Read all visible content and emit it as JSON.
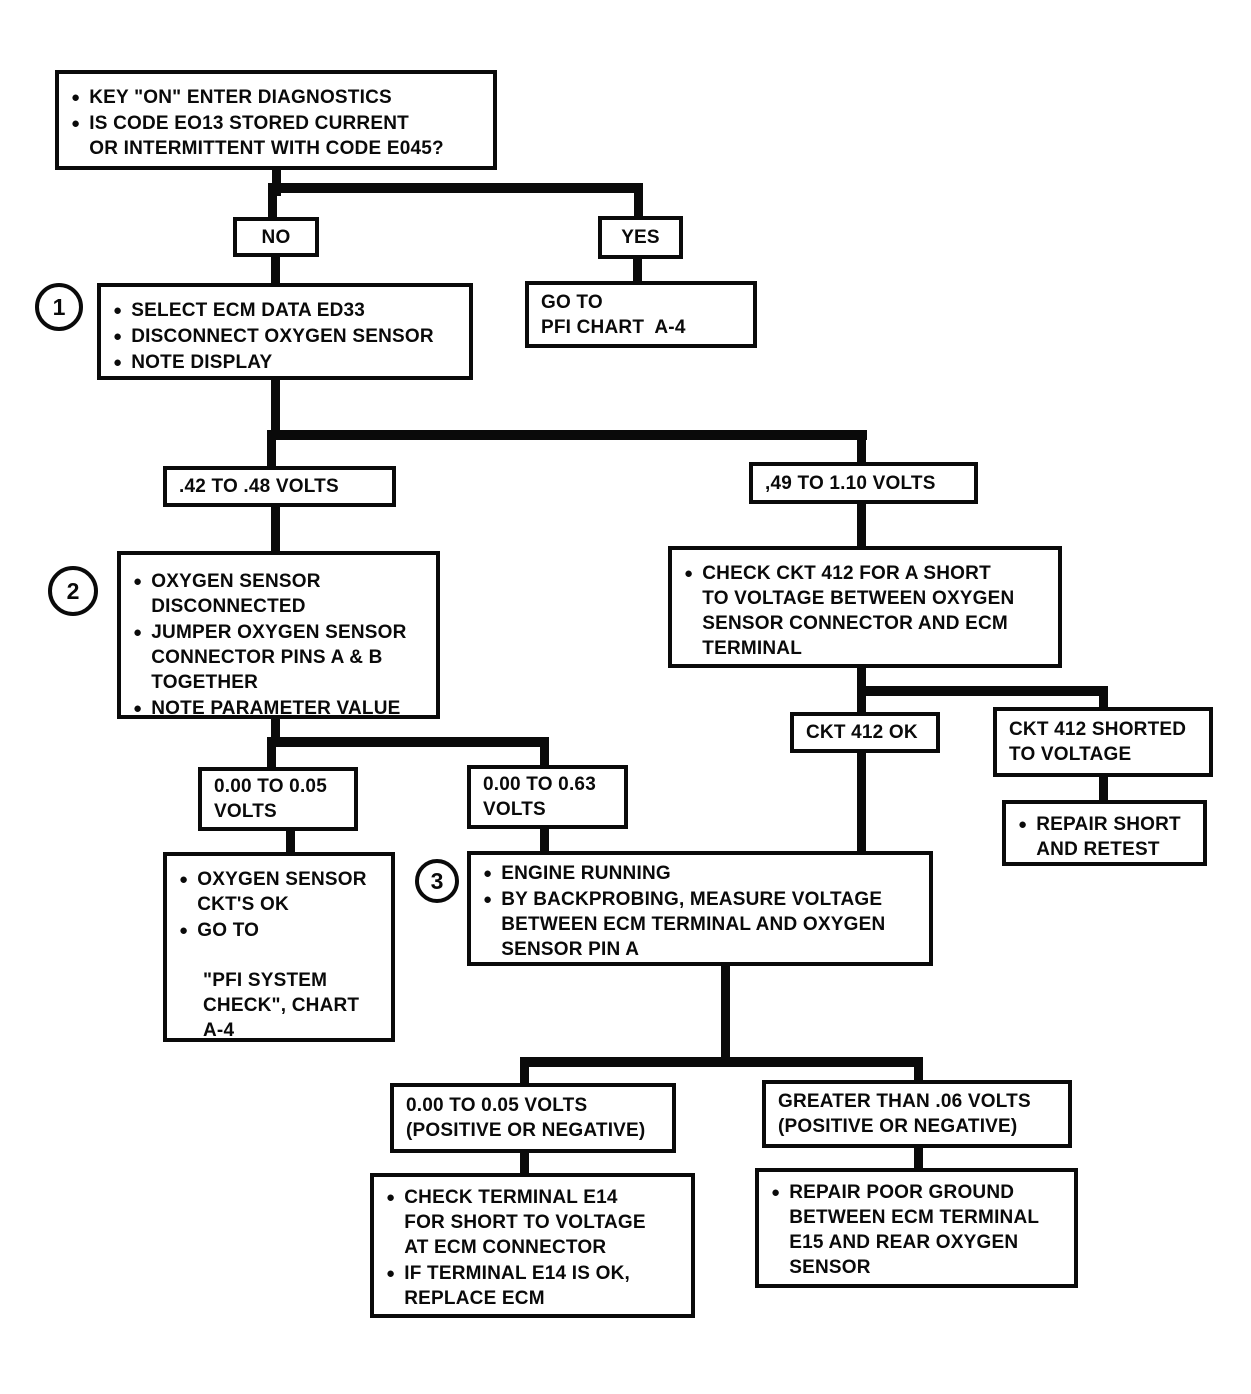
{
  "glyphs": {
    "bullet": "●"
  },
  "nodes": {
    "start": {
      "items": [
        "KEY \"ON\" ENTER DIAGNOSTICS",
        "IS CODE EO13 STORED CURRENT\nOR INTERMITTENT WITH CODE E045?"
      ]
    },
    "no": {
      "label": "NO"
    },
    "yes": {
      "label": "YES"
    },
    "step1": {
      "badge": "1",
      "items": [
        "SELECT ECM DATA ED33",
        "DISCONNECT OXYGEN SENSOR",
        "NOTE DISPLAY"
      ]
    },
    "goto_pfi": {
      "text": "GO TO\nPFI CHART  A-4"
    },
    "volts_42_48": {
      "label": ".42 TO .48 VOLTS"
    },
    "volts_49_110": {
      "label": ",49 TO 1.10 VOLTS"
    },
    "step2": {
      "badge": "2",
      "items": [
        "OXYGEN SENSOR\nDISCONNECTED",
        "JUMPER OXYGEN SENSOR\nCONNECTOR PINS A & B\nTOGETHER",
        "NOTE PARAMETER VALUE"
      ]
    },
    "check_ckt412": {
      "items": [
        "CHECK CKT 412 FOR A SHORT\nTO VOLTAGE BETWEEN OXYGEN\nSENSOR CONNECTOR AND ECM\nTERMINAL"
      ]
    },
    "volts_000_005": {
      "label": "0.00 TO 0.05\nVOLTS"
    },
    "volts_000_063": {
      "label": "0.00 TO 0.63\nVOLTS"
    },
    "ckt412_ok": {
      "label": "CKT 412 OK"
    },
    "ckt412_shorted": {
      "label": "CKT 412 SHORTED\nTO VOLTAGE"
    },
    "repair_short": {
      "items": [
        "REPAIR SHORT\nAND RETEST"
      ]
    },
    "oxygen_ok": {
      "items": [
        "OXYGEN SENSOR\nCKT'S OK",
        "GO TO"
      ],
      "note": "\"PFI SYSTEM\nCHECK\", CHART\nA-4"
    },
    "step3": {
      "badge": "3",
      "items": [
        "ENGINE RUNNING",
        "BY BACKPROBING, MEASURE VOLTAGE\nBETWEEN ECM TERMINAL AND OXYGEN\nSENSOR PIN A"
      ]
    },
    "volts_005_sign": {
      "label": "0.00 TO 0.05 VOLTS\n(POSITIVE OR NEGATIVE)"
    },
    "volts_gt_006": {
      "label": "GREATER THAN .06 VOLTS\n(POSITIVE OR NEGATIVE)"
    },
    "check_e14": {
      "items": [
        "CHECK TERMINAL E14\nFOR SHORT TO VOLTAGE\nAT ECM CONNECTOR",
        "IF TERMINAL E14 IS OK,\nREPLACE ECM"
      ]
    },
    "repair_ground": {
      "items": [
        "REPAIR POOR GROUND\nBETWEEN ECM TERMINAL\nE15 AND REAR OXYGEN\nSENSOR"
      ]
    }
  }
}
